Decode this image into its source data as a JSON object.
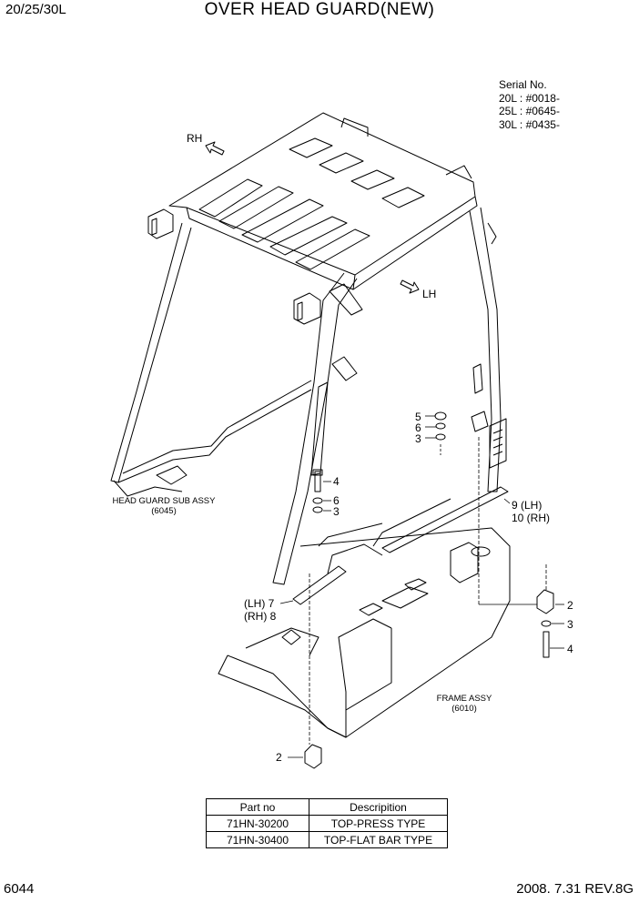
{
  "header": {
    "model": "20/25/30L",
    "title": "OVER HEAD GUARD(NEW)"
  },
  "serial": {
    "heading": "Serial No.",
    "lines": [
      "20L : #0018-",
      "25L : #0645-",
      "30L : #0435-"
    ]
  },
  "directions": {
    "rh": "RH",
    "lh": "LH"
  },
  "callouts": {
    "c5": "5",
    "c6a": "6",
    "c3a": "3",
    "c4a": "4",
    "c6b": "6",
    "c3b": "3",
    "c9": "9 (LH)",
    "c10": "10 (RH)",
    "c7": "(LH) 7",
    "c8": "(RH) 8",
    "c2a": "2",
    "c3c": "3",
    "c4b": "4",
    "c2b": "2"
  },
  "assemblies": {
    "head_guard_sub": {
      "name": "HEAD GUARD SUB ASSY",
      "code": "(6045)"
    },
    "frame": {
      "name": "FRAME ASSY",
      "code": "(6010)"
    }
  },
  "parts_table": {
    "headers": [
      "Part no",
      "Descripition"
    ],
    "rows": [
      [
        "71HN-30200",
        "TOP-PRESS TYPE"
      ],
      [
        "71HN-30400",
        "TOP-FLAT BAR TYPE"
      ]
    ]
  },
  "footer": {
    "page": "6044",
    "revision": "2008. 7.31  REV.8G"
  }
}
